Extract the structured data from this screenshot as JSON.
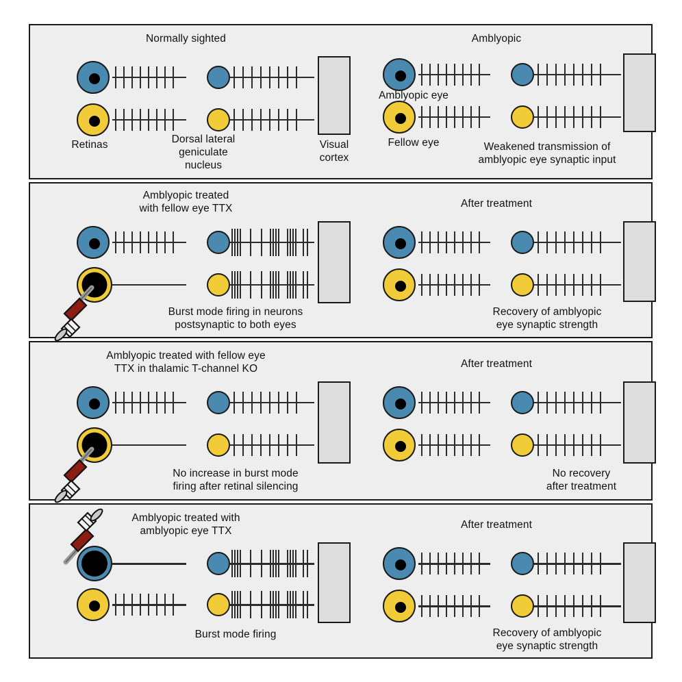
{
  "figure": {
    "background": "#eeeeee",
    "colors": {
      "amblyopic_eye": "#4a89b0",
      "fellow_eye": "#f1cb38",
      "cortex_box": "#dddddd",
      "outline": "#1a1a1a",
      "silenced_eye": "#000000",
      "syringe_barrel": "#8d1c13",
      "weak_synapse": "#ffffff"
    }
  },
  "rows": [
    {
      "id": "row-1",
      "left": {
        "title": "Normally sighted",
        "labels": {
          "retinas": "Retinas",
          "lgn": "Dorsal lateral\ngeniculate\nnucleus",
          "cortex": "Visual\ncortex"
        },
        "caption": ""
      },
      "right": {
        "title": "Amblyopic",
        "labels": {
          "top_eye": "Amblyopic eye",
          "bottom_eye": "Fellow eye"
        },
        "caption": "Weakened transmission of\namblyopic eye synaptic input"
      }
    },
    {
      "id": "row-2",
      "left": {
        "title": "Amblyopic treated\nwith fellow eye TTX",
        "caption": "Burst mode firing in neurons\npostsynaptic to both eyes"
      },
      "right": {
        "title": "After treatment",
        "caption": "Recovery of amblyopic\neye synaptic strength"
      }
    },
    {
      "id": "row-3",
      "left": {
        "title": "Amblyopic treated with fellow eye\nTTX in thalamic T-channel KO",
        "caption": "No increase in burst mode\nfiring after retinal silencing"
      },
      "right": {
        "title": "After treatment",
        "caption": "No recovery\nafter treatment"
      }
    },
    {
      "id": "row-4",
      "left": {
        "title": "Amblyopic treated with\namblyopic eye TTX",
        "caption": "Burst mode firing"
      },
      "right": {
        "title": "After treatment",
        "caption": "Recovery of amblyopic\neye synaptic strength"
      }
    }
  ],
  "text": {
    "r1l_title": "Normally sighted",
    "r1l_retinas": "Retinas",
    "r1l_lgn_1": "Dorsal lateral",
    "r1l_lgn_2": "geniculate",
    "r1l_lgn_3": "nucleus",
    "r1l_cortex_1": "Visual",
    "r1l_cortex_2": "cortex",
    "r1r_title": "Amblyopic",
    "r1r_eye_top": "Amblyopic eye",
    "r1r_eye_bottom": "Fellow eye",
    "r1r_cap_1": "Weakened transmission of",
    "r1r_cap_2": "amblyopic eye synaptic input",
    "r2l_title_1": "Amblyopic treated",
    "r2l_title_2": "with fellow eye TTX",
    "r2l_cap_1": "Burst mode firing in neurons",
    "r2l_cap_2": "postsynaptic to both eyes",
    "r2r_title": "After treatment",
    "r2r_cap_1": "Recovery of amblyopic",
    "r2r_cap_2": "eye synaptic strength",
    "r3l_title_1": "Amblyopic treated with fellow eye",
    "r3l_title_2": "TTX in thalamic T-channel KO",
    "r3l_cap_1": "No increase in burst mode",
    "r3l_cap_2": "firing after retinal silencing",
    "r3r_title": "After treatment",
    "r3r_cap_1": "No recovery",
    "r3r_cap_2": "after treatment",
    "r4l_title_1": "Amblyopic treated with",
    "r4l_title_2": "amblyopic eye TTX",
    "r4l_cap_1": "Burst mode firing",
    "r4r_title": "After treatment",
    "r4r_cap_1": "Recovery of amblyopic",
    "r4r_cap_2": "eye synaptic strength"
  }
}
